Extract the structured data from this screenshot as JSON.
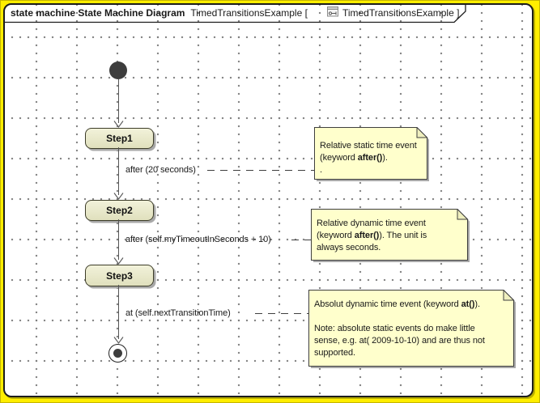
{
  "title": {
    "diagram_kind": "state machine State Machine Diagram",
    "context": "TimedTransitionsExample [",
    "icon": "state-machine-diagram-icon",
    "name": "TimedTransitionsExample ]"
  },
  "states": {
    "step1": "Step1",
    "step2": "Step2",
    "step3": "Step3"
  },
  "transitions": [
    {
      "label": "after (20 seconds)"
    },
    {
      "label": "after (self.myTimeoutInSeconds + 10)"
    },
    {
      "label": "at (self.nextTransitionTime)"
    }
  ],
  "notes": [
    {
      "lines": [
        [
          {
            "t": "Relative static time event"
          }
        ],
        [
          {
            "t": "(keyword "
          },
          {
            "t": "after()",
            "b": true
          },
          {
            "t": ")."
          }
        ],
        [
          {
            "t": "."
          }
        ]
      ]
    },
    {
      "lines": [
        [
          {
            "t": "Relative dynamic time event"
          }
        ],
        [
          {
            "t": "(keyword "
          },
          {
            "t": "after()",
            "b": true
          },
          {
            "t": "). The unit is"
          }
        ],
        [
          {
            "t": "always seconds."
          }
        ]
      ]
    },
    {
      "lines": [
        [
          {
            "t": "Absolut dynamic time event (keyword "
          },
          {
            "t": "at()",
            "b": true
          },
          {
            "t": ")."
          }
        ],
        [],
        [
          {
            "t": "Note: absolute static events do make little"
          }
        ],
        [
          {
            "t": "sense, e.g. at( 2009-10-10) and are thus not"
          }
        ],
        [
          {
            "t": "supported."
          }
        ]
      ]
    }
  ],
  "colors": {
    "outer_background": "#ffee00",
    "canvas_background": "#ffffff",
    "grid_dot": "#7d7d7d",
    "state_fill": "#e8e8c8",
    "state_border": "#3c3c28",
    "note_fill": "#ffffcc",
    "note_border": "#3f3f3f",
    "node_fill": "#3d3d3d",
    "line": "#555555",
    "shadow": "#a8a8a8"
  }
}
